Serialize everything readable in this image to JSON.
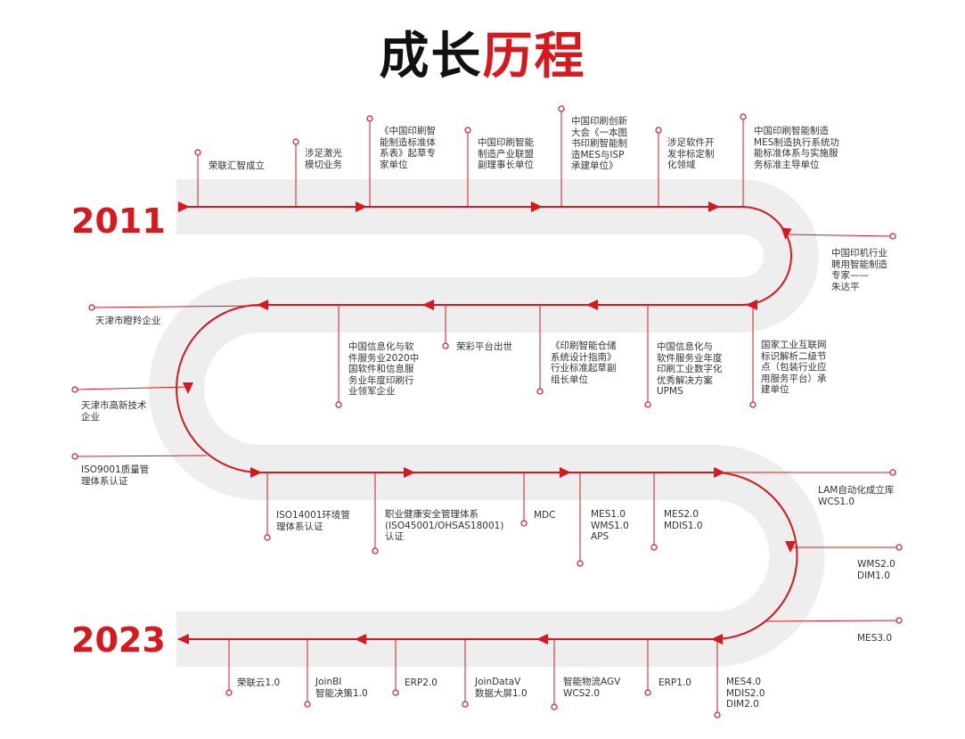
{
  "title": {
    "part1": "成长",
    "part2": "历程"
  },
  "start_year": "2011",
  "end_year": "2023",
  "accent_color": "#d7191f",
  "band_color": "#eeeeee",
  "milestones": {
    "m01": "荣联汇智成立",
    "m02": "涉足激光\n模切业务",
    "m03": "《中国印刷智\n能制造标准体\n系表》起草专\n家单位",
    "m04": "中国印刷智能\n制造产业联盟\n副理事长单位",
    "m05": "中国印刷创新\n大会《一本图\n书印刷智能制\n造MES与ISP\n承建单位》",
    "m06": "涉足软件开\n发非标定制\n化领域",
    "m07": "中国印刷智能制造\nMES制造执行系统功\n能标准体系与实施服\n务标准主导单位",
    "m08": "中国印机行业\n聘用智能制造\n专家——\n朱达平",
    "m09": "国家工业互联网\n标识解析二级节\n点（包装行业应\n用服务平台）承\n建单位",
    "m10": "中国信息化与\n软件服务业年度\n印刷工业数字化\n优秀解决方案\nUPMS",
    "m11": "《印刷智能仓储\n系统设计指南》\n行业标准起草副\n组长单位",
    "m12": "荣彩平台出世",
    "m13": "中国信息化与软\n件服务业2020中\n国软件和信息服\n务业年度印刷行\n业领军企业",
    "m14": "天津市瞪羚企业",
    "m15": "天津市高新技术\n企业",
    "m16": "ISO9001质量管\n理体系认证",
    "m17": "ISO14001环境管\n理体系认证",
    "m18": "职业健康安全管理体系\n(ISO45001/OHSAS18001)\n认证",
    "m19": "MDC",
    "m20": "MES1.0\nWMS1.0\nAPS",
    "m21": "MES2.0\nMDIS1.0",
    "m22": "LAM自动化成立库\nWCS1.0",
    "m23": "WMS2.0\nDIM1.0",
    "m24": "MES3.0",
    "m25": "MES4.0\nMDIS2.0\nDIM2.0",
    "m26": "ERP1.0",
    "m27": "智能物流AGV\nWCS2.0",
    "m28": "JoinDataV\n数据大屏1.0",
    "m29": "ERP2.0",
    "m30": "JoinBI\n智能决策1.0",
    "m31": "荣联云1.0"
  }
}
